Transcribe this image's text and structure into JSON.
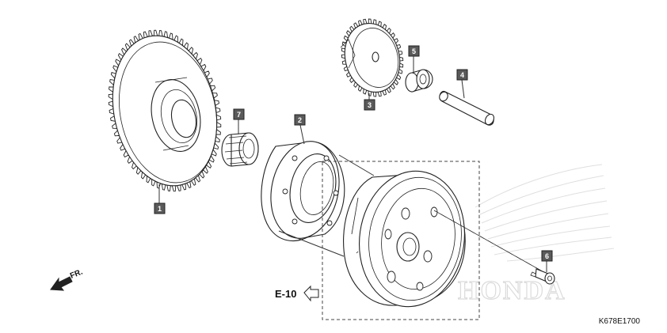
{
  "callouts": [
    {
      "id": "1",
      "label": "1"
    },
    {
      "id": "2",
      "label": "2"
    },
    {
      "id": "3",
      "label": "3"
    },
    {
      "id": "4",
      "label": "4"
    },
    {
      "id": "5",
      "label": "5"
    },
    {
      "id": "6",
      "label": "6"
    },
    {
      "id": "7",
      "label": "7"
    }
  ],
  "reference": {
    "section_label": "E-10",
    "front_label": "FR.",
    "diagram_code": "K678E1700"
  },
  "watermark": {
    "brand_text": "HONDA"
  },
  "colors": {
    "callout_fill": "#5a5a5a",
    "line": "#222222",
    "watermark": "#d8d8d8"
  }
}
